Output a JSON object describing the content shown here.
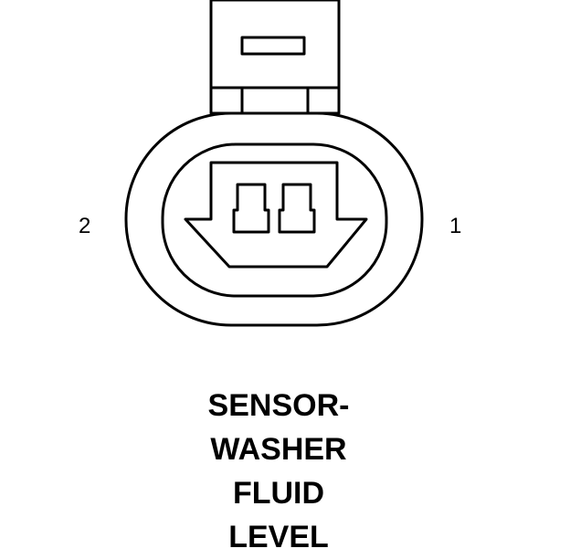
{
  "pins": {
    "left_label": "2",
    "right_label": "1"
  },
  "caption": {
    "lines": [
      "SENSOR-",
      "WASHER",
      "FLUID",
      "LEVEL"
    ]
  },
  "colors": {
    "line": "#000000",
    "background": "#ffffff"
  }
}
